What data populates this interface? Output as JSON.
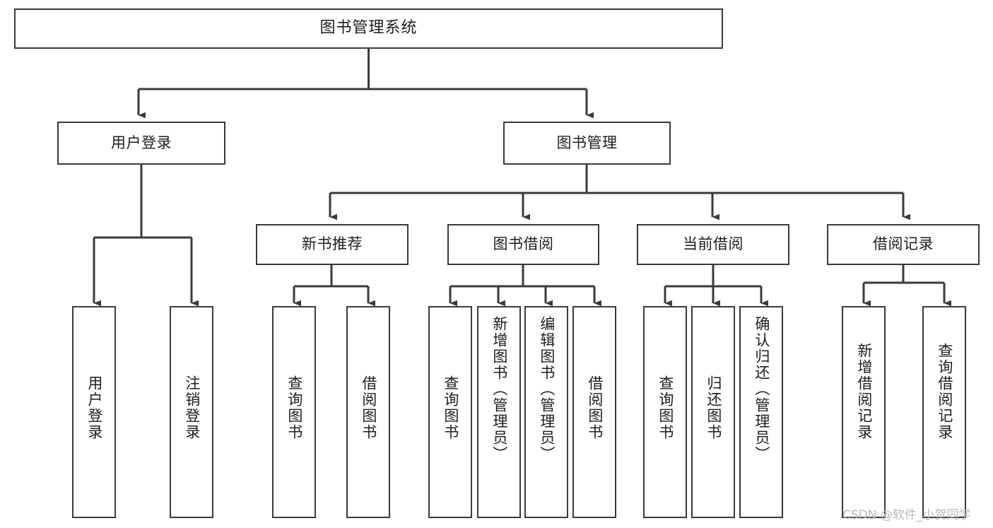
{
  "diagram": {
    "type": "tree",
    "title": "图书管理系统",
    "orientation": "top-down",
    "root": {
      "id": "root",
      "label": "图书管理系统"
    },
    "level1": [
      {
        "id": "user-login",
        "label": "用户登录"
      },
      {
        "id": "book-manage",
        "label": "图书管理"
      }
    ],
    "level2": [
      {
        "id": "new-book-rec",
        "label": "新书推荐",
        "parent": "book-manage"
      },
      {
        "id": "book-borrow",
        "label": "图书借阅",
        "parent": "book-manage"
      },
      {
        "id": "current-borrow",
        "label": "当前借阅",
        "parent": "book-manage"
      },
      {
        "id": "borrow-record",
        "label": "借阅记录",
        "parent": "book-manage"
      }
    ],
    "leaves": {
      "user_login": [
        {
          "id": "leaf-user-login",
          "label": "用户登录"
        },
        {
          "id": "leaf-logout",
          "label": "注销登录"
        }
      ],
      "new_book_rec": [
        {
          "id": "leaf-query-book-1",
          "label": "查询图书"
        },
        {
          "id": "leaf-borrow-book-1",
          "label": "借阅图书"
        }
      ],
      "book_borrow": [
        {
          "id": "leaf-query-book-2",
          "label": "查询图书"
        },
        {
          "id": "leaf-add-book",
          "label": "新增图书（管理员）"
        },
        {
          "id": "leaf-edit-book",
          "label": "编辑图书（管理员）"
        },
        {
          "id": "leaf-borrow-book-2",
          "label": "借阅图书"
        }
      ],
      "current_borrow": [
        {
          "id": "leaf-query-book-3",
          "label": "查询图书"
        },
        {
          "id": "leaf-return-book",
          "label": "归还图书"
        },
        {
          "id": "leaf-confirm-return",
          "label": "确认归还（管理员）"
        }
      ],
      "borrow_record": [
        {
          "id": "leaf-add-record",
          "label": "新增借阅记录"
        },
        {
          "id": "leaf-query-record",
          "label": "查询借阅记录"
        }
      ]
    }
  },
  "watermark": {
    "text": "CSDN @软件_小贺同学"
  },
  "colors": {
    "stroke": "#3a3a3a",
    "text": "#1d1d1d",
    "background": "#ffffff",
    "watermark": "#b9b9b9"
  }
}
